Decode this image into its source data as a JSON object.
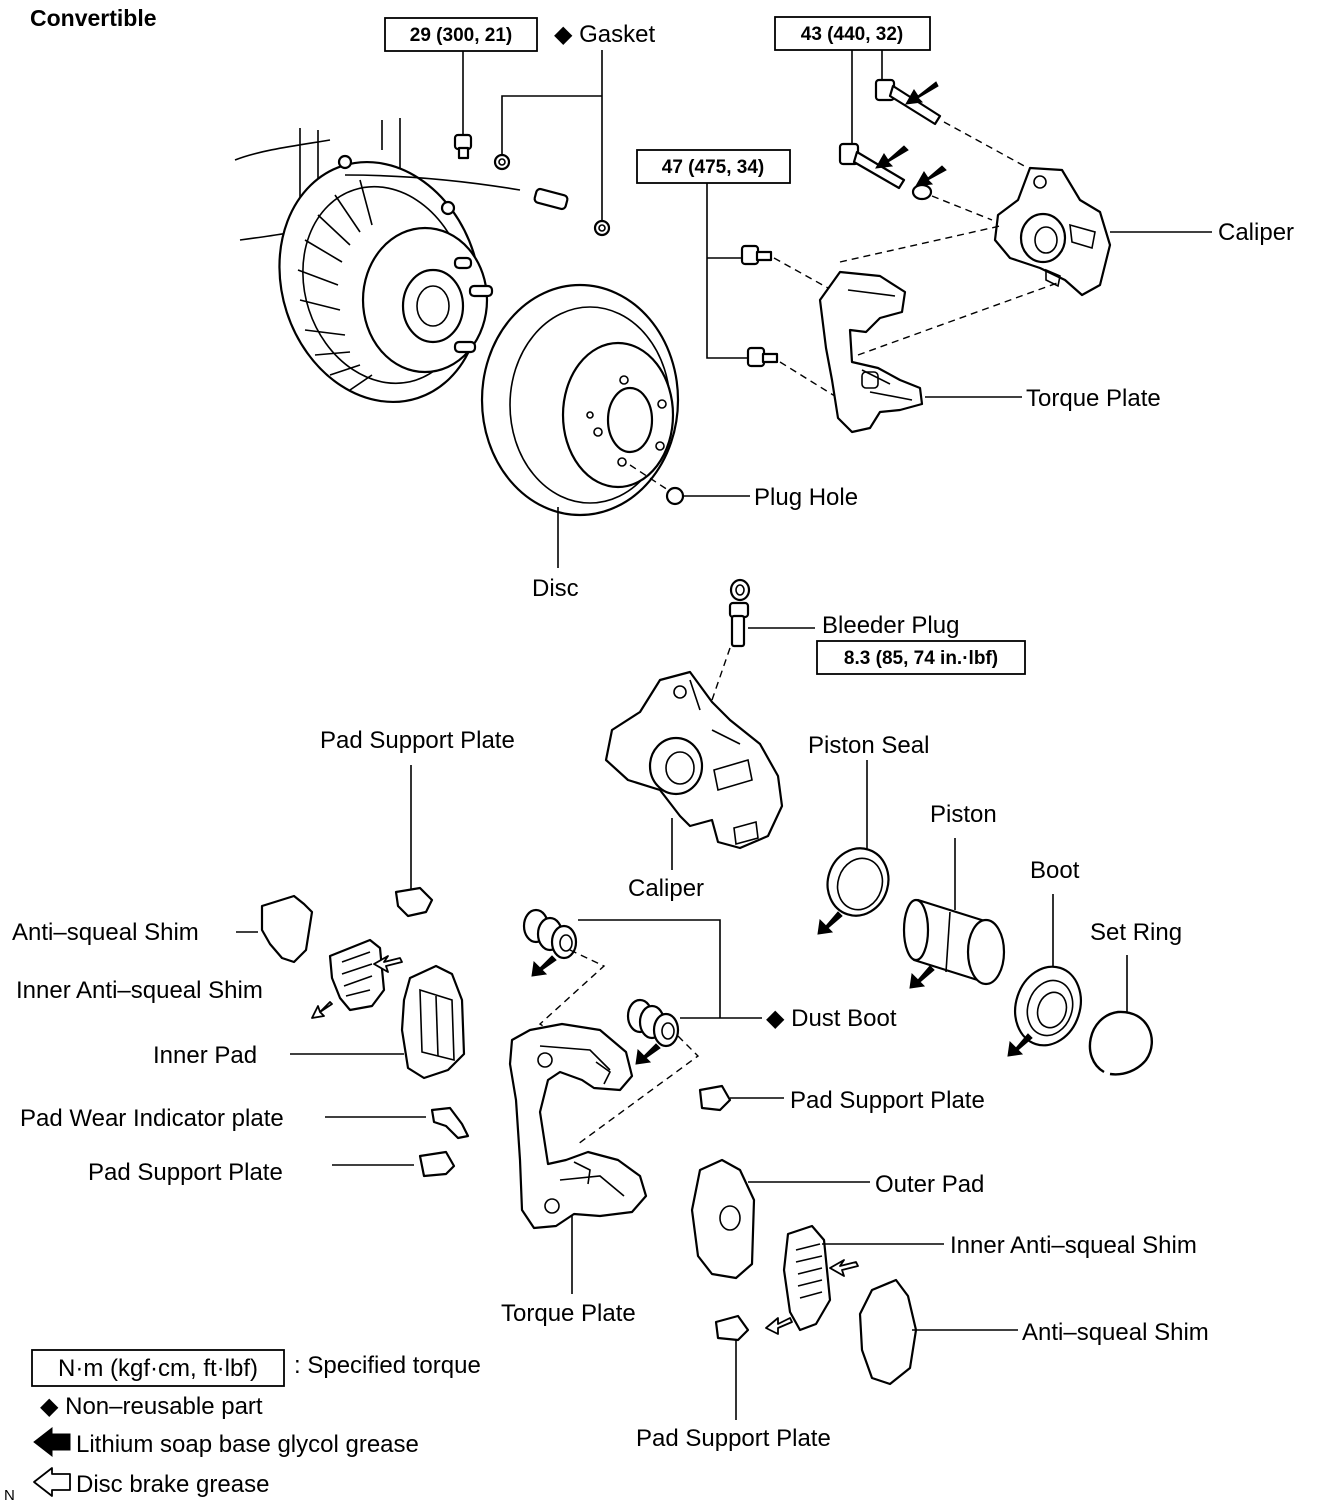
{
  "title": "Convertible",
  "torque": {
    "t1": "29 (300, 21)",
    "t2": "43 (440, 32)",
    "t3": "47 (475, 34)",
    "t4": "8.3 (85, 74 in.·lbf)"
  },
  "labels": {
    "gasket": "◆ Gasket",
    "caliper_top": "Caliper",
    "torque_plate_top": "Torque Plate",
    "plug_hole": "Plug Hole",
    "disc": "Disc",
    "bleeder_plug": "Bleeder Plug",
    "pad_support_plate_1": "Pad Support Plate",
    "piston_seal": "Piston Seal",
    "piston": "Piston",
    "boot": "Boot",
    "set_ring": "Set Ring",
    "caliper_mid": "Caliper",
    "anti_squeal_shim_left": "Anti–squeal Shim",
    "inner_anti_squeal_shim_left": "Inner Anti–squeal Shim",
    "inner_pad": "Inner Pad",
    "dust_boot": "◆ Dust Boot",
    "pad_support_plate_2": "Pad Support Plate",
    "pad_wear_indicator": "Pad Wear Indicator plate",
    "pad_support_plate_3": "Pad Support Plate",
    "outer_pad": "Outer Pad",
    "inner_anti_squeal_shim_right": "Inner Anti–squeal Shim",
    "torque_plate_bottom": "Torque Plate",
    "anti_squeal_shim_right": "Anti–squeal Shim",
    "pad_support_plate_4": "Pad Support Plate"
  },
  "legend": {
    "torque_unit": "N·m (kgf·cm, ft·lbf)",
    "torque_desc": ": Specified torque",
    "non_reusable": "◆ Non–reusable part",
    "lithium": "Lithium soap base glycol grease",
    "disc_grease": "Disc brake grease",
    "corner": "N"
  }
}
